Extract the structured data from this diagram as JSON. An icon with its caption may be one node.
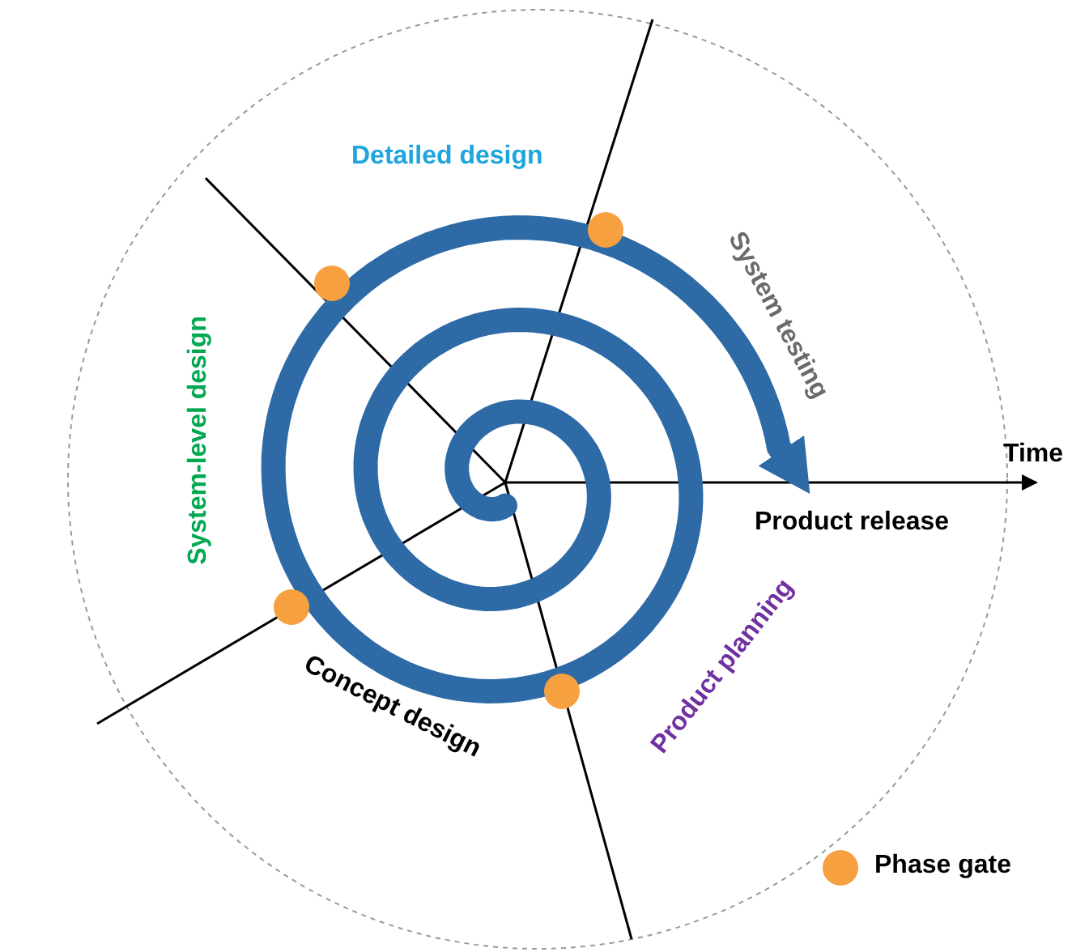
{
  "diagram": {
    "labels": [
      "Detailed design",
      "System testing",
      "Time",
      "Product release",
      "Product planning",
      "Concept design",
      "System-level design"
    ],
    "legend": [
      {
        "text": "Phase gate",
        "color": "#f7a040"
      }
    ]
  }
}
